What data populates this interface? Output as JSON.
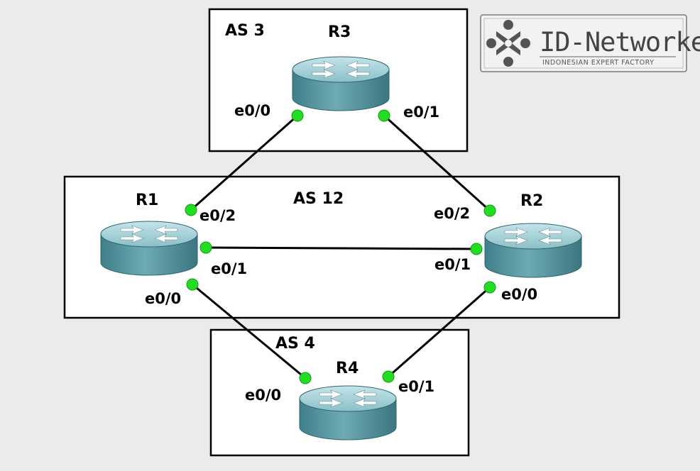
{
  "logo": {
    "brand": "ID-Networkers",
    "tagline": "INDONESIAN EXPERT FACTORY"
  },
  "zones": {
    "as3": "AS 3",
    "as12": "AS 12",
    "as4": "AS 4"
  },
  "routers": {
    "r1": "R1",
    "r2": "R2",
    "r3": "R3",
    "r4": "R4"
  },
  "interfaces": {
    "r3_e0_0": "e0/0",
    "r3_e0_1": "e0/1",
    "r1_e0_2": "e0/2",
    "r1_e0_1": "e0/1",
    "r1_e0_0": "e0/0",
    "r2_e0_2": "e0/2",
    "r2_e0_1": "e0/1",
    "r2_e0_0": "e0/0",
    "r4_e0_0": "e0/0",
    "r4_e0_1": "e0/1"
  },
  "links": [
    {
      "from": "R3",
      "to": "R1",
      "from_if": "e0/0",
      "to_if": "e0/2"
    },
    {
      "from": "R3",
      "to": "R2",
      "from_if": "e0/1",
      "to_if": "e0/2"
    },
    {
      "from": "R1",
      "to": "R2",
      "from_if": "e0/1",
      "to_if": "e0/1"
    },
    {
      "from": "R1",
      "to": "R4",
      "from_if": "e0/0",
      "to_if": "e0/0"
    },
    {
      "from": "R2",
      "to": "R4",
      "from_if": "e0/0",
      "to_if": "e0/1"
    }
  ],
  "colors": {
    "background": "#ebebeb",
    "router_top": "#9fcbd2",
    "router_body": "#5e9aa5",
    "link": "#000000",
    "port": "#22dd22"
  },
  "icons": [
    "router-icon",
    "id-networkers-logo-icon"
  ]
}
